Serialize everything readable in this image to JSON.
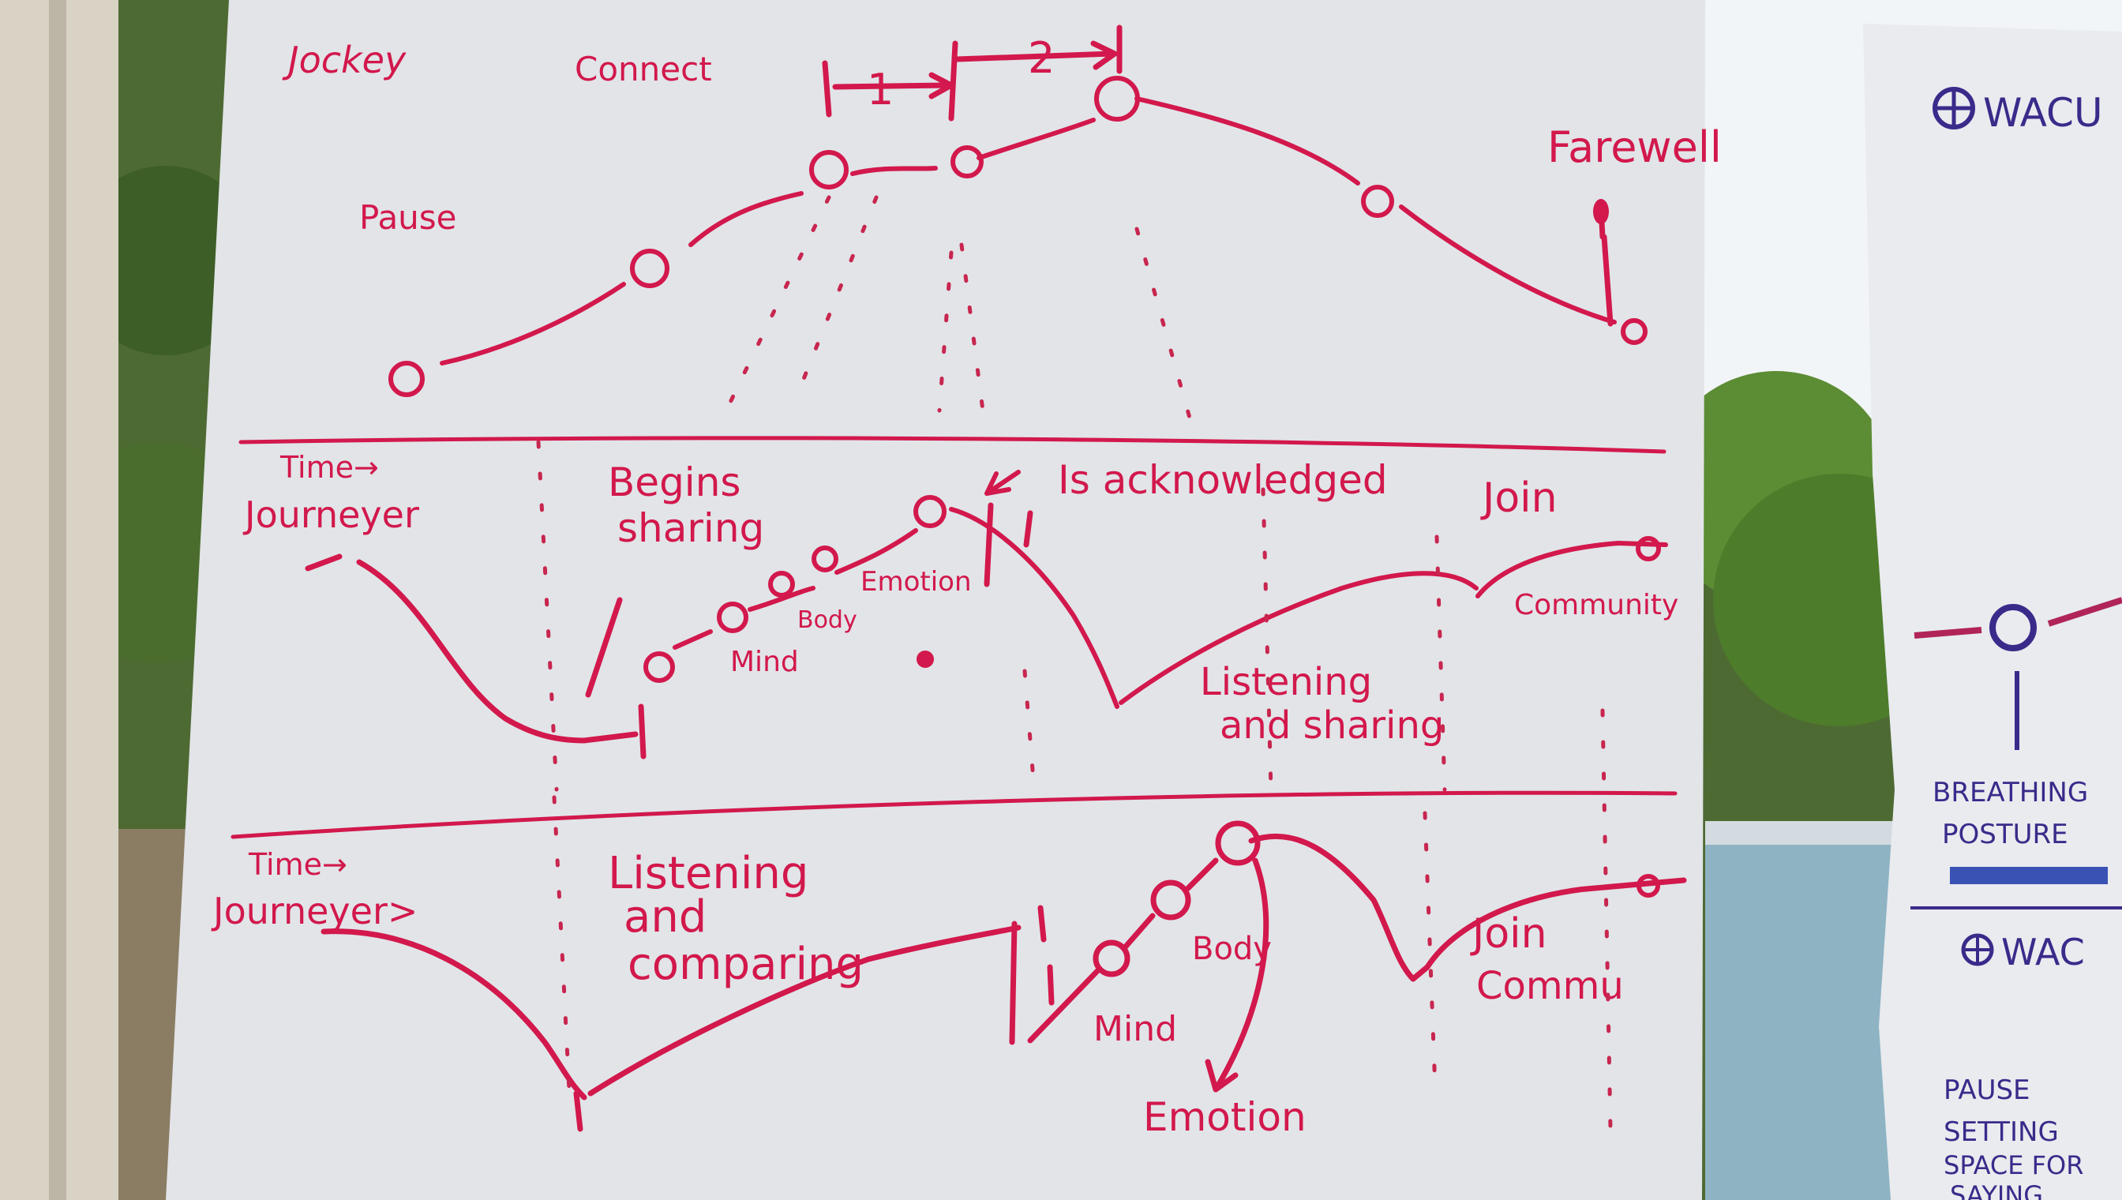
{
  "sheet_main": {
    "top_panel": {
      "jockey": "Jockey",
      "connect": "Connect",
      "pause": "Pause",
      "farewell": "Farewell",
      "marker_1": "1",
      "marker_2": "2"
    },
    "middle_panel": {
      "time": "Time→",
      "journeyer": "Journeyer",
      "begins_sharing_1": "Begins",
      "begins_sharing_2": "sharing",
      "is_acknowledged": "Is acknowledged",
      "join": "Join",
      "community": "Community",
      "mind": "Mind",
      "body": "Body",
      "emotion": "Emotion",
      "listening_sharing_1": "Listening",
      "listening_sharing_2": "and sharing"
    },
    "bottom_panel": {
      "time": "Time→",
      "journeyer": "Journeyer>",
      "listening_1": "Listening",
      "listening_2": "and",
      "listening_3": "comparing",
      "mind": "Mind",
      "body": "Body",
      "emotion": "Emotion",
      "join_1": "Join",
      "join_2": "Commu"
    }
  },
  "sheet_right": {
    "title_top": "WACU",
    "breathing": "BREATHING",
    "posture": "POSTURE",
    "title_bottom": "WAC",
    "pause": "PAUSE",
    "setting_1": "SETTING",
    "setting_2": "SPACE FOR",
    "setting_3": "SAYING"
  },
  "colors": {
    "marker_ink": "#d2184c",
    "purple_ink": "#3a2a8a",
    "paper": "#e4e6ea",
    "foliage": "#4f7a2e"
  }
}
